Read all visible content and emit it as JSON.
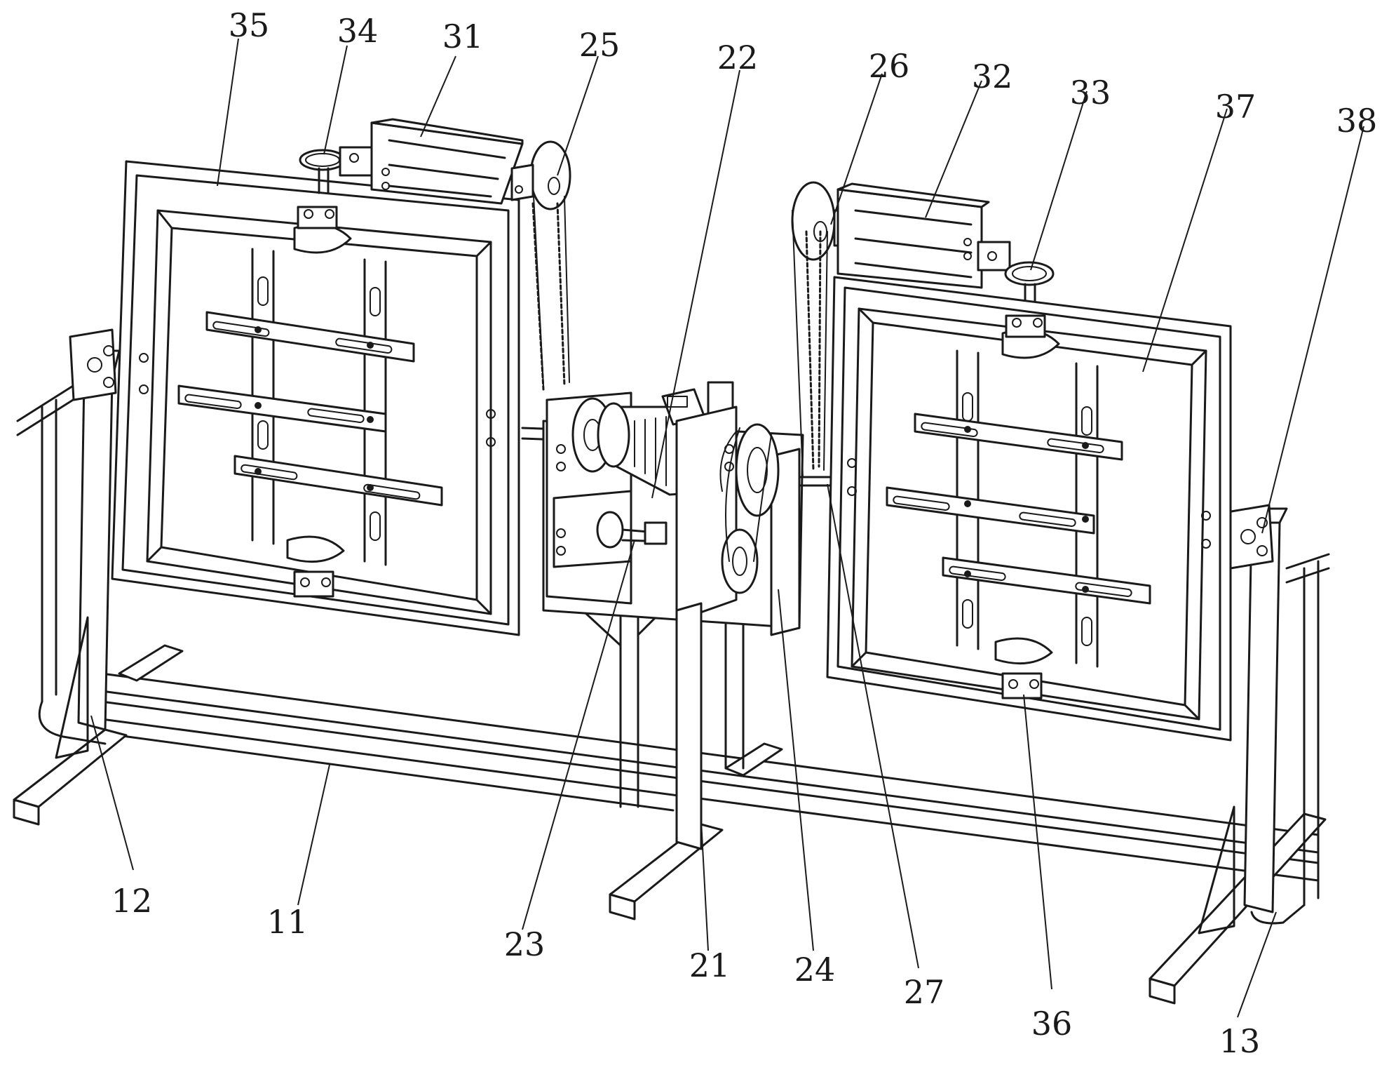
{
  "labels": {
    "l35": "35",
    "l34": "34",
    "l31": "31",
    "l25": "25",
    "l22": "22",
    "l26": "26",
    "l32": "32",
    "l33": "33",
    "l37": "37",
    "l38": "38",
    "l12": "12",
    "l11": "11",
    "l23": "23",
    "l21": "21",
    "l24": "24",
    "l27": "27",
    "l36": "36",
    "l13": "13"
  },
  "colors": {
    "line": "#1a1a1a",
    "background": "#ffffff"
  }
}
